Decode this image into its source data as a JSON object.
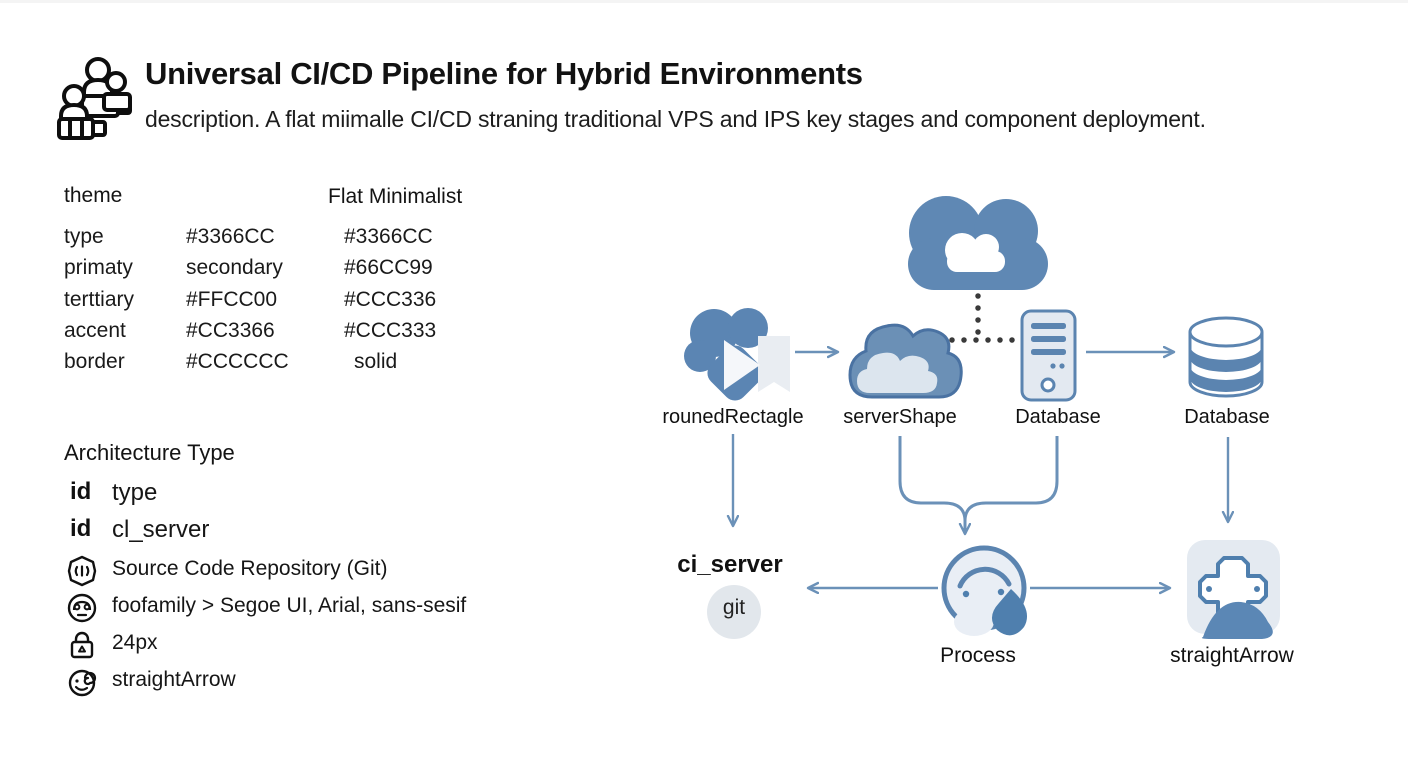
{
  "header": {
    "title": "Universal CI/CD Pipeline for Hybrid Environments",
    "description": "description. A flat miimalle CI/CD straning traditional VPS and IPS key stages and component deployment.",
    "logo_icon": "team-people-icon"
  },
  "theme_table": {
    "header_left": "theme",
    "header_right": "Flat Minimalist",
    "rows": [
      {
        "name": "type",
        "value": "#3366CC",
        "value2": "#3366CC"
      },
      {
        "name": "primaty",
        "value": "secondary",
        "value2": "#66CC99"
      },
      {
        "name": "terttiary",
        "value": "#FFCC00",
        "value2": "#CCC336"
      },
      {
        "name": "accent",
        "value": "#CC3366",
        "value2": "#CCC333"
      },
      {
        "name": "border",
        "value": "#CCCCCC",
        "value2": "solid"
      }
    ]
  },
  "architecture": {
    "heading": "Architecture Type",
    "items": [
      {
        "icon": "id-text",
        "prefix": "id",
        "label": "type"
      },
      {
        "icon": "id-text",
        "prefix": "id",
        "label": "cl_server"
      },
      {
        "icon": "git-badge-icon",
        "label": "Source Code Repository (Git)"
      },
      {
        "icon": "font-palette-icon",
        "label": "foofamily > Segoe UI, Arial, sans-sesif"
      },
      {
        "icon": "lock-icon",
        "label": "24px"
      },
      {
        "icon": "swirl-face-icon",
        "label": "straightArrow"
      }
    ]
  },
  "diagram": {
    "nodes": {
      "rounded_rectangle": {
        "label": "rounedRectagle"
      },
      "server_shape": {
        "label": "serverShape"
      },
      "server_tower": {
        "label": "Database"
      },
      "database_cylinder": {
        "label": "Database"
      },
      "ci_server": {
        "label": "ci_server",
        "badge": "git"
      },
      "process": {
        "label": "Process"
      },
      "straight_arrow": {
        "label": "straightArrow"
      }
    },
    "colors": {
      "primary_blue": "#5f88b4",
      "cloud_border": "#4a72a2",
      "light_fill": "#dde5ee",
      "tile_fill": "#e4eaf1",
      "arrow": "#6b91b8",
      "dotted": "#3a3a3a",
      "badge_fill": "#e2e7ec"
    }
  }
}
